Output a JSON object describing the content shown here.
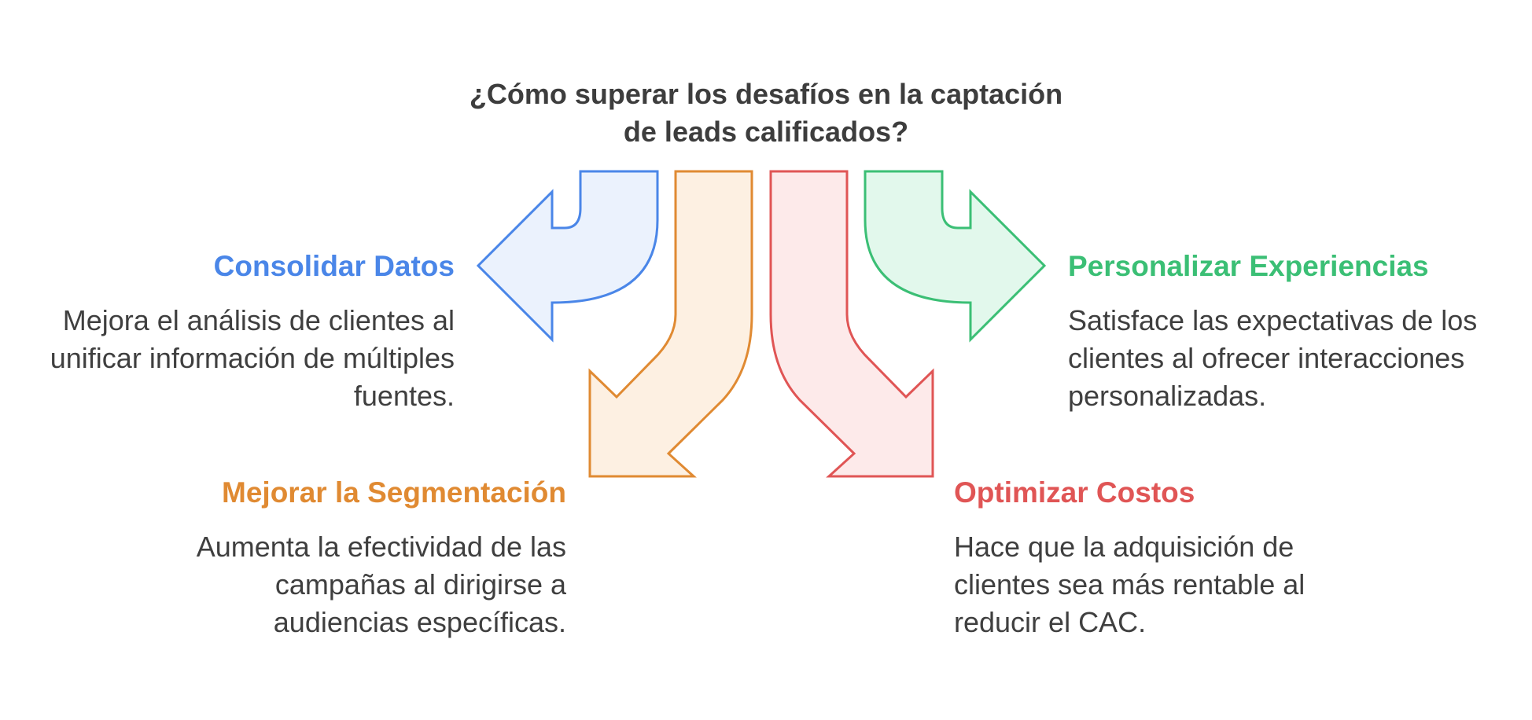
{
  "title": "¿Cómo superar los desafíos en la captación de leads calificados?",
  "colors": {
    "text": "#3d3d3d",
    "blue": "#4a86e8",
    "blue_fill": "#ebf2fd",
    "orange": "#e08a32",
    "orange_fill": "#fdf0e2",
    "red": "#e05555",
    "red_fill": "#fdeaea",
    "green": "#3bbf75",
    "green_fill": "#e2f8ec"
  },
  "blocks": [
    {
      "key": "blue",
      "heading": "Consolidar Datos",
      "text": "Mejora el análisis de clientes al unificar información de múltiples fuentes."
    },
    {
      "key": "orange",
      "heading": "Mejorar la Segmentación",
      "text": "Aumenta la efectividad de las campañas al dirigirse a audiencias específicas."
    },
    {
      "key": "red",
      "heading": "Optimizar Costos",
      "text": "Hace que la adquisición de clientes sea más rentable al reducir el CAC."
    },
    {
      "key": "green",
      "heading": "Personalizar Experiencias",
      "text": "Satisface las expectativas de los clientes al ofrecer interacciones personalizadas."
    }
  ]
}
